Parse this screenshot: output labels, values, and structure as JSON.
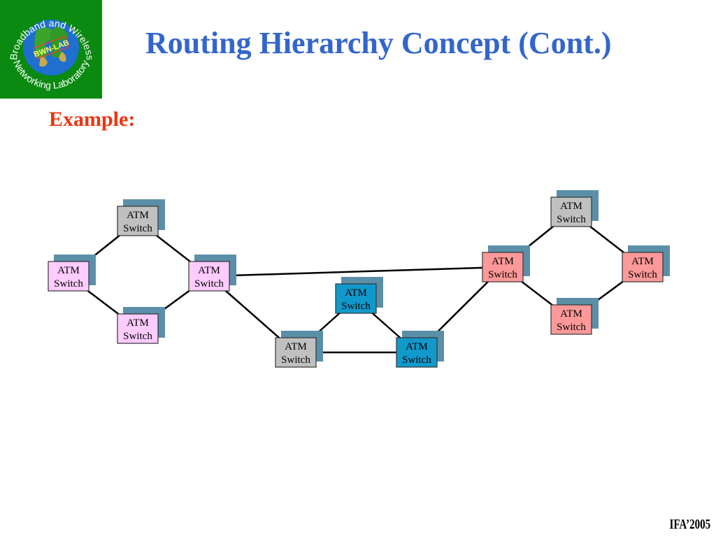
{
  "slide": {
    "title": "Routing Hierarchy Concept (Cont.)",
    "subtitle": "Example:",
    "footer": "IFA’2005"
  },
  "logo": {
    "top_text": "Broadband and Wireless",
    "bottom_text": "Networking Laboratory",
    "center_text": "BWN-LAB"
  },
  "colors": {
    "pink": "#ffccff",
    "gray": "#c0c0c0",
    "blue": "#1199cc",
    "red": "#ff9999",
    "shadow": "#5b8fa8"
  },
  "nodes": [
    {
      "id": "n1",
      "line1": "ATM",
      "line2": "Switch",
      "color": "pink"
    },
    {
      "id": "n2",
      "line1": "ATM",
      "line2": "Switch",
      "color": "gray"
    },
    {
      "id": "n3",
      "line1": "ATM",
      "line2": "Switch",
      "color": "pink"
    },
    {
      "id": "n4",
      "line1": "ATM",
      "line2": "Switch",
      "color": "pink"
    },
    {
      "id": "n5",
      "line1": "ATM",
      "line2": "Switch",
      "color": "gray"
    },
    {
      "id": "n6",
      "line1": "ATM",
      "line2": "Switch",
      "color": "blue"
    },
    {
      "id": "n7",
      "line1": "ATM",
      "line2": "Switch",
      "color": "blue"
    },
    {
      "id": "n8",
      "line1": "ATM",
      "line2": "Switch",
      "color": "red"
    },
    {
      "id": "n9",
      "line1": "ATM",
      "line2": "Switch",
      "color": "gray"
    },
    {
      "id": "n10",
      "line1": "ATM",
      "line2": "Switch",
      "color": "red"
    },
    {
      "id": "n11",
      "line1": "ATM",
      "line2": "Switch",
      "color": "red"
    }
  ],
  "links": [
    [
      "n1",
      "n2"
    ],
    [
      "n1",
      "n3"
    ],
    [
      "n2",
      "n4"
    ],
    [
      "n3",
      "n4"
    ],
    [
      "n4",
      "n8"
    ],
    [
      "n4",
      "n5"
    ],
    [
      "n5",
      "n7"
    ],
    [
      "n5",
      "n6"
    ],
    [
      "n6",
      "n7"
    ],
    [
      "n7",
      "n8"
    ],
    [
      "n8",
      "n9"
    ],
    [
      "n8",
      "n11"
    ],
    [
      "n9",
      "n10"
    ],
    [
      "n11",
      "n10"
    ]
  ]
}
